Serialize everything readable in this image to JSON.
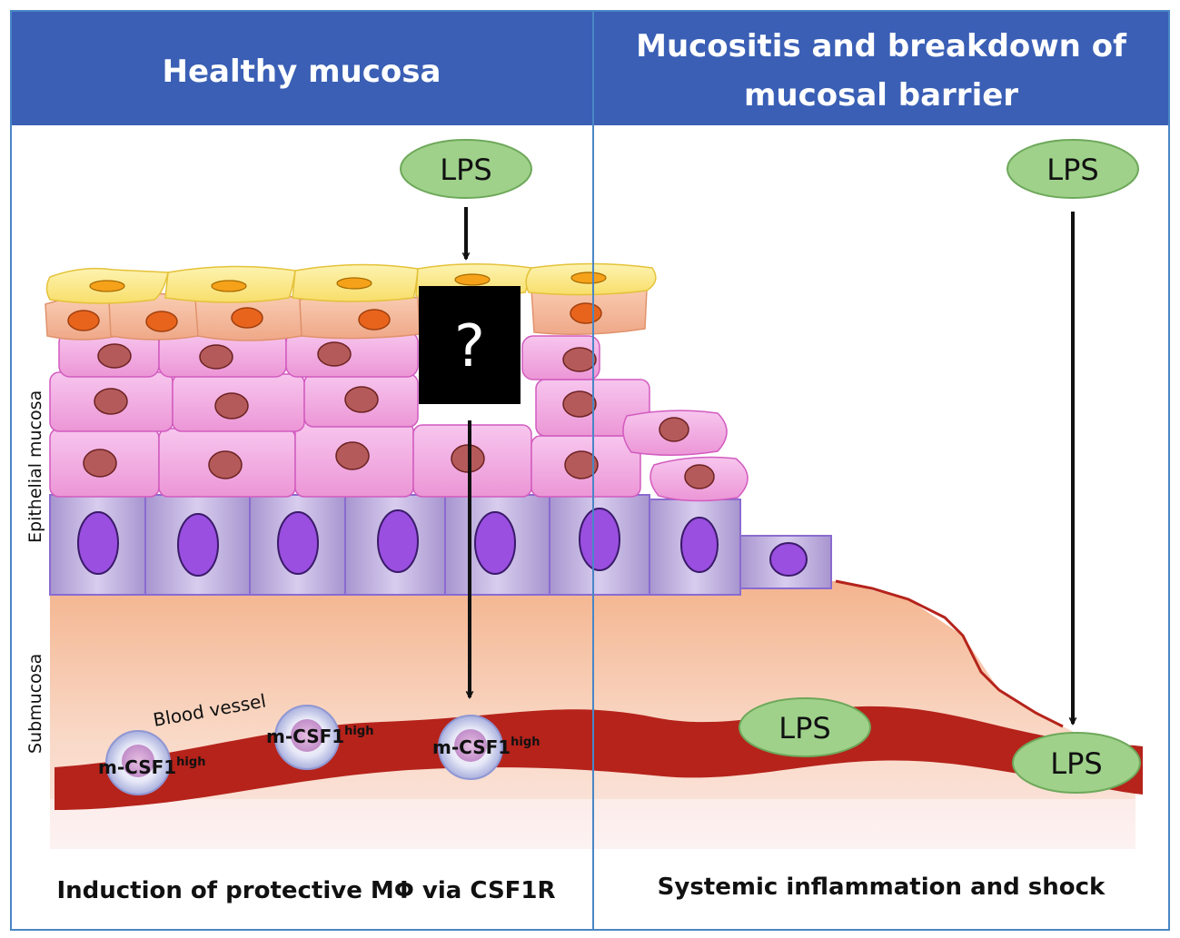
{
  "left_panel": {
    "header": "Healthy mucosa",
    "lps_label": "LPS",
    "unknown_mechanism": "?",
    "caption": "Induction of protective MΦ via CSF1R",
    "layer_labels": {
      "epithelial": "Epithelial mucosa",
      "submucosa": "Submucosa",
      "blood_vessel": "Blood vessel"
    },
    "macrophages": [
      {
        "label": "m-CSF1",
        "superscript": "high"
      },
      {
        "label": "m-CSF1",
        "superscript": "high"
      },
      {
        "label": "m-CSF1",
        "superscript": "high"
      }
    ]
  },
  "right_panel": {
    "header_line1": "Mucositis and breakdown of",
    "header_line2": "mucosal barrier",
    "lps_top": "LPS",
    "lps_vessel_1": "LPS",
    "lps_vessel_2": "LPS",
    "caption": "Systemic inflammation and shock"
  },
  "colors": {
    "header_bg": "#3a5fb5",
    "frame": "#4a86c5",
    "vessel": "#b5231b",
    "lps_fill": "#9fd18b",
    "superficial_cell": "#fbe98a",
    "orange_cell": "#f3b392",
    "pink_cell": "#f1a9df",
    "basal_cell": "#b9a5d6",
    "basal_nucleus": "#9a4fe0"
  }
}
